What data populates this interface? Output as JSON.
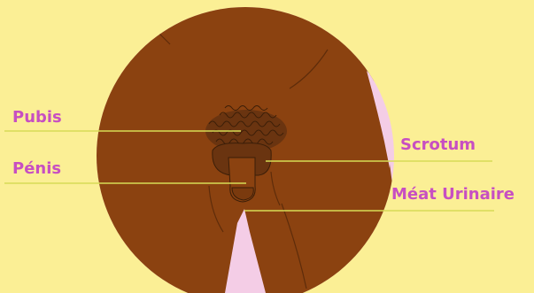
{
  "labels": {
    "pubis": "Pubis",
    "penis": "Pénis",
    "scrotum": "Scrotum",
    "meat": "Méat Urinaire"
  },
  "colors": {
    "background": "#fbef95",
    "skin": "#8b4210",
    "skin_shadow": "#5e2c0a",
    "leader_line": "#d8dc56",
    "label_text": "#c74fc2",
    "gap": "#f4cde6",
    "hair": "#3b1e08"
  }
}
